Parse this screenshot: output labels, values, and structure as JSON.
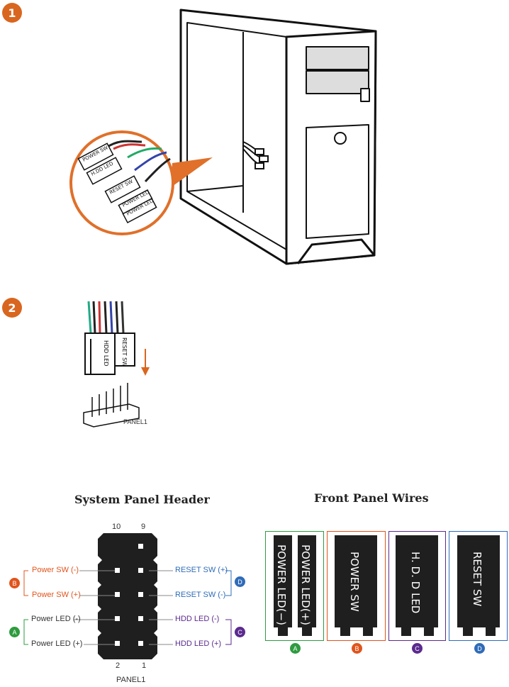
{
  "steps": [
    "1",
    "2"
  ],
  "case_callout": {
    "labels": [
      "POWER SW",
      "H.DD LED",
      "RESET SW",
      "POWER LED",
      "POWER LED"
    ]
  },
  "step2": {
    "connector_labels": [
      "HDD LED",
      "RESET SW"
    ],
    "header_label": "PANEL1"
  },
  "header_diagram": {
    "title": "System Panel Header",
    "top_pin_numbers": [
      "10",
      "9"
    ],
    "bottom_pin_numbers": [
      "2",
      "1"
    ],
    "footer": "PANEL1",
    "left_pins": [
      "Power SW (-)",
      "Power SW (+)",
      "Power LED (-)",
      "Power LED (+)"
    ],
    "right_pins": [
      "RESET SW (+)",
      "RESET SW (-)",
      "HDD LED (-)",
      "HDD LED (+)"
    ],
    "groups": {
      "A": "A",
      "B": "B",
      "C": "C",
      "D": "D"
    }
  },
  "wires_diagram": {
    "title": "Front Panel Wires",
    "connectors": [
      {
        "letter": "A",
        "labels": [
          "POWER LED(−)",
          "POWER LED(+)"
        ]
      },
      {
        "letter": "B",
        "labels": [
          "POWER SW"
        ]
      },
      {
        "letter": "C",
        "labels": [
          "H. D. D LED"
        ]
      },
      {
        "letter": "D",
        "labels": [
          "RESET SW"
        ]
      }
    ]
  },
  "colors": {
    "accent": "#d9661f",
    "group_a": "#2e9b3f",
    "group_b": "#e0541c",
    "group_c": "#5b2a8e",
    "group_d": "#2f6cb8"
  }
}
